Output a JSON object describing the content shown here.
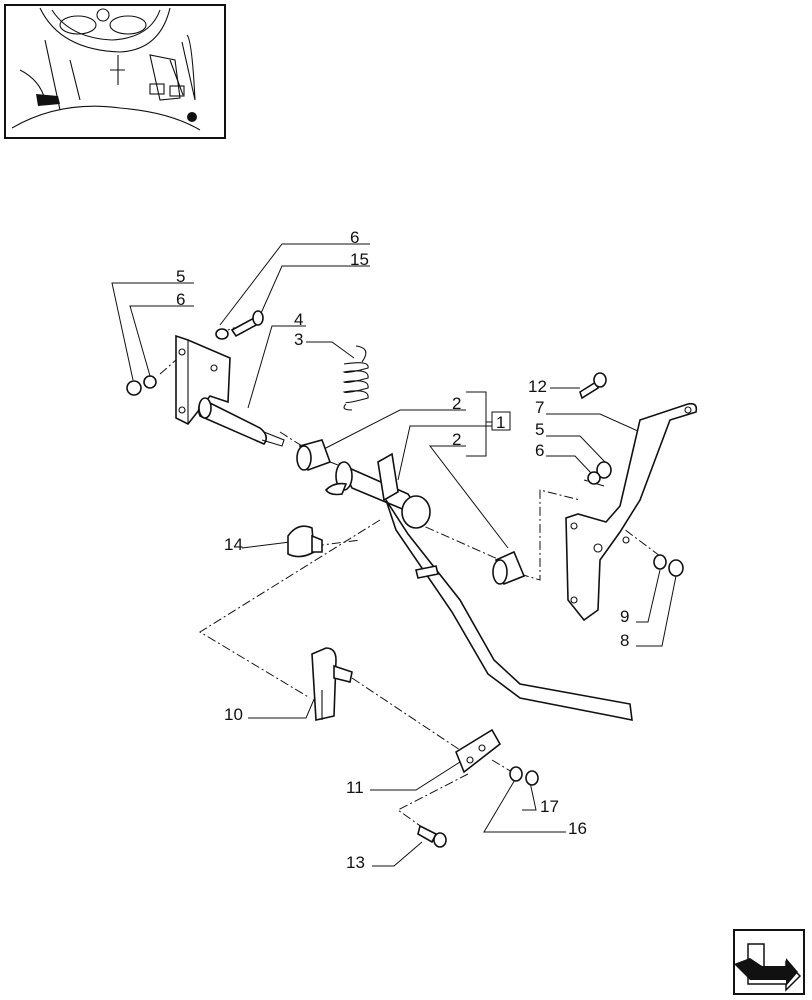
{
  "diagram": {
    "callouts": [
      {
        "id": "c6a",
        "text": "6"
      },
      {
        "id": "c15",
        "text": "15"
      },
      {
        "id": "c5a",
        "text": "5"
      },
      {
        "id": "c6b",
        "text": "6"
      },
      {
        "id": "c4",
        "text": "4"
      },
      {
        "id": "c3",
        "text": "3"
      },
      {
        "id": "c2a",
        "text": "2"
      },
      {
        "id": "c1",
        "text": "1"
      },
      {
        "id": "c2b",
        "text": "2"
      },
      {
        "id": "c12",
        "text": "12"
      },
      {
        "id": "c7",
        "text": "7"
      },
      {
        "id": "c5b",
        "text": "5"
      },
      {
        "id": "c6c",
        "text": "6"
      },
      {
        "id": "c14",
        "text": "14"
      },
      {
        "id": "c9",
        "text": "9"
      },
      {
        "id": "c8",
        "text": "8"
      },
      {
        "id": "c10",
        "text": "10"
      },
      {
        "id": "c11",
        "text": "11"
      },
      {
        "id": "c17",
        "text": "17"
      },
      {
        "id": "c16",
        "text": "16"
      },
      {
        "id": "c13",
        "text": "13"
      }
    ]
  },
  "thumbnail": {
    "icon": "tractor-pedal-location-thumbnail"
  },
  "nav": {
    "icon": "next-page-arrow-icon"
  }
}
